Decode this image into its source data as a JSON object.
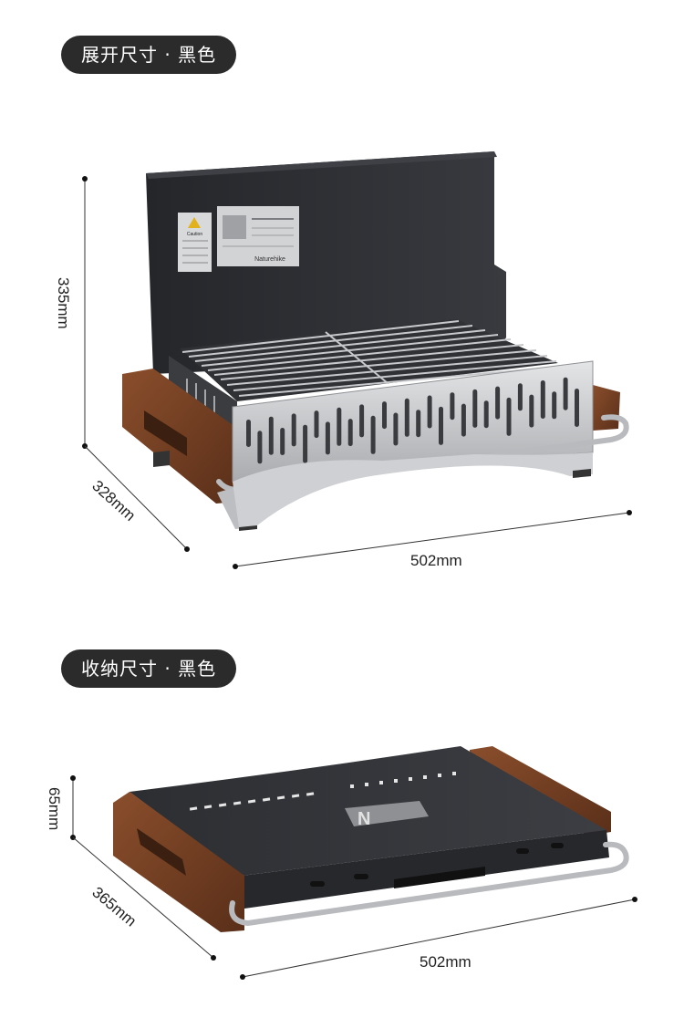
{
  "unfolded": {
    "title": "展开尺寸 · 黑色",
    "height_label": "335mm",
    "depth_label": "328mm",
    "width_label": "502mm",
    "caution_label": "Caution",
    "brand_label": "Naturehike"
  },
  "folded": {
    "title": "收纳尺寸 · 黑色",
    "height_label": "65mm",
    "depth_label": "365mm",
    "width_label": "502mm"
  },
  "colors": {
    "pill_bg": "#2b2b2b",
    "lid_black": "#2a2c30",
    "steel": "#c9cacc",
    "wood": "#6b3b22"
  }
}
